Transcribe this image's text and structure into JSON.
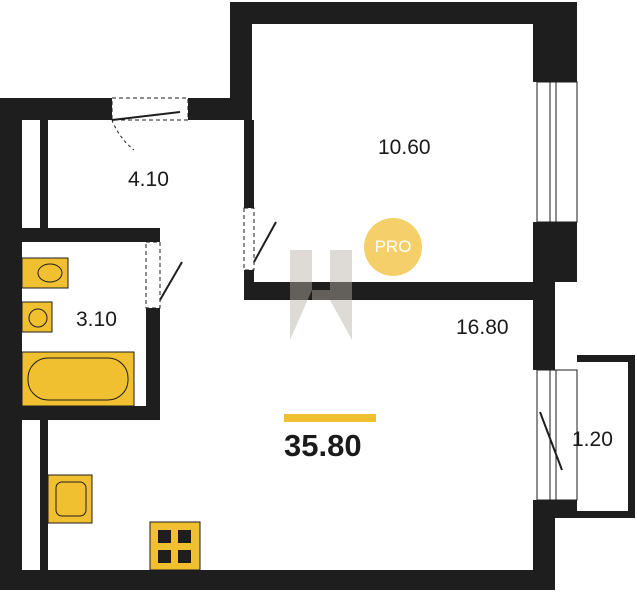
{
  "plan": {
    "rooms": [
      {
        "id": "room",
        "area_label": "10.60"
      },
      {
        "id": "hall",
        "area_label": "4.10"
      },
      {
        "id": "bathroom",
        "area_label": "3.10"
      },
      {
        "id": "kitchen-living",
        "area_label": "16.80"
      },
      {
        "id": "balcony",
        "area_label": "1.20"
      }
    ],
    "total": {
      "area_label": "35.80"
    },
    "badge": {
      "text": "PRO"
    },
    "colors": {
      "wall": "#1e1e1e",
      "accent": "#f0c030",
      "fixture": "#f0c030",
      "fixture_outline": "#1e1e1e",
      "badge": "#f5d06a",
      "watermark": "#b8b0a8"
    },
    "icons": [
      "toilet-icon",
      "sink-icon",
      "bathtub-icon",
      "kitchen-sink-icon",
      "stove-icon",
      "door-icon",
      "window-icon",
      "watermark-logo"
    ]
  }
}
